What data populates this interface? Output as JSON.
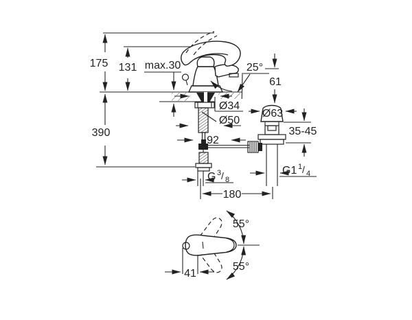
{
  "drawing": {
    "title": "basin-mixer-dimension-drawing",
    "subject": "single-lever basin mixer with pop-up waste",
    "line_color": "#222222",
    "background_color": "#ffffff",
    "views": [
      "side-elevation",
      "plan-view"
    ]
  },
  "labels": {
    "height_total": "175",
    "height_spout": "131",
    "deck_max": "max.30",
    "angle_spout": "25°",
    "outlet_height": "61",
    "dia_hole": "Ø34",
    "dia_base": "Ø50",
    "dia_waste_cap": "Ø63",
    "waste_deck_range": "35-45",
    "rod_length": "92",
    "hose_length": "390",
    "waste_offset": "180",
    "swivel_upper": "55°",
    "swivel_lower": "55°",
    "knob_offset": "41",
    "supply_thread": {
      "main": "G",
      "sup": "3",
      "slash": "/",
      "sub": "8"
    },
    "waste_thread": {
      "main": "G1",
      "sup": "1",
      "slash": "/",
      "sub": "4"
    }
  }
}
